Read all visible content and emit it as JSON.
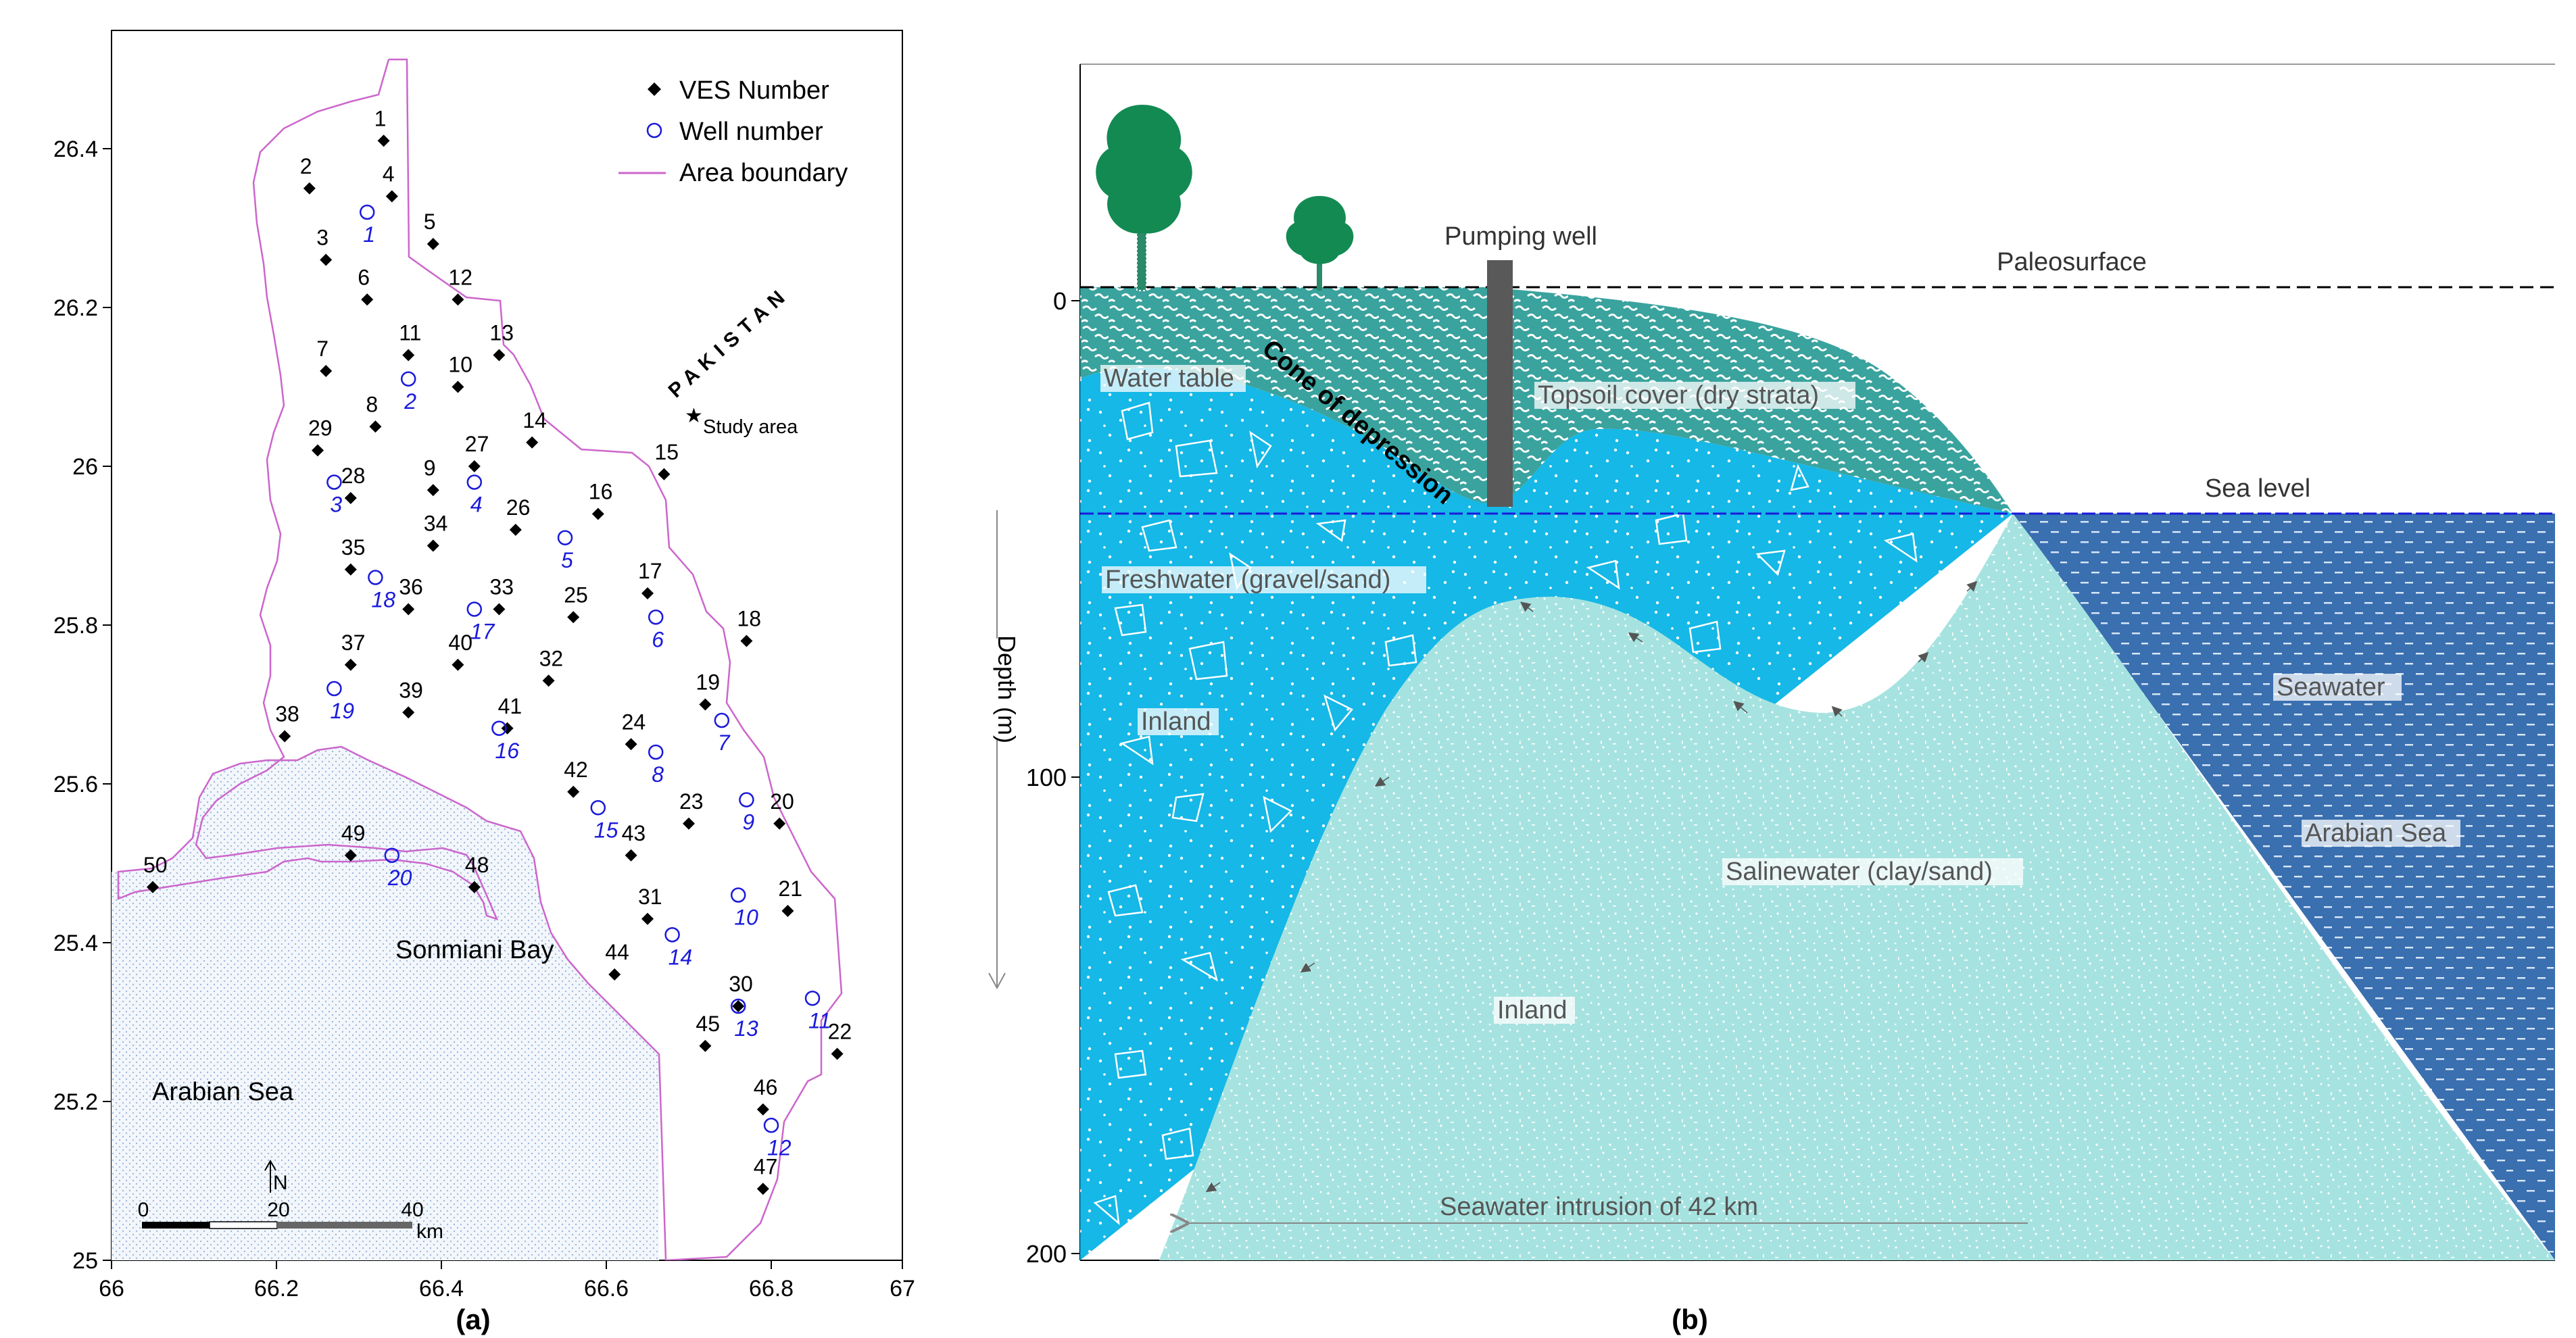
{
  "panel_a": {
    "caption": "(a)",
    "x_ticks": [
      "66",
      "66.2",
      "66.4",
      "66.6",
      "66.8",
      "67"
    ],
    "y_ticks": [
      "25",
      "25.2",
      "25.4",
      "25.6",
      "25.8",
      "26",
      "26.2",
      "26.4"
    ],
    "legend": {
      "ves": "VES Number",
      "well": "Well number",
      "boundary": "Area boundary"
    },
    "country": "PAKISTAN",
    "study_area": "Study area",
    "bay": "Sonmiani Bay",
    "sea": "Arabian Sea",
    "north": "N",
    "scale": {
      "t0": "0",
      "t20": "20",
      "t40": "40",
      "unit": "km"
    },
    "colors": {
      "boundary": "#cc66cc",
      "well": "#1a1adc",
      "ves": "#000000",
      "sea_dot": "#9fb8d8"
    },
    "ves_points": [
      {
        "n": "1",
        "lon": 66.33,
        "lat": 26.41
      },
      {
        "n": "2",
        "lon": 66.24,
        "lat": 26.35
      },
      {
        "n": "3",
        "lon": 66.26,
        "lat": 26.26
      },
      {
        "n": "4",
        "lon": 66.34,
        "lat": 26.34
      },
      {
        "n": "5",
        "lon": 66.39,
        "lat": 26.28
      },
      {
        "n": "6",
        "lon": 66.31,
        "lat": 26.21
      },
      {
        "n": "7",
        "lon": 66.26,
        "lat": 26.12
      },
      {
        "n": "8",
        "lon": 66.32,
        "lat": 26.05
      },
      {
        "n": "9",
        "lon": 66.39,
        "lat": 25.97
      },
      {
        "n": "10",
        "lon": 66.42,
        "lat": 26.1
      },
      {
        "n": "11",
        "lon": 66.36,
        "lat": 26.14
      },
      {
        "n": "12",
        "lon": 66.42,
        "lat": 26.21
      },
      {
        "n": "13",
        "lon": 66.47,
        "lat": 26.14
      },
      {
        "n": "14",
        "lon": 66.51,
        "lat": 26.03
      },
      {
        "n": "15",
        "lon": 66.67,
        "lat": 25.99
      },
      {
        "n": "16",
        "lon": 66.59,
        "lat": 25.94
      },
      {
        "n": "17",
        "lon": 66.65,
        "lat": 25.84
      },
      {
        "n": "18",
        "lon": 66.77,
        "lat": 25.78
      },
      {
        "n": "19",
        "lon": 66.72,
        "lat": 25.7
      },
      {
        "n": "20",
        "lon": 66.81,
        "lat": 25.55
      },
      {
        "n": "21",
        "lon": 66.82,
        "lat": 25.44
      },
      {
        "n": "22",
        "lon": 66.88,
        "lat": 25.26
      },
      {
        "n": "23",
        "lon": 66.7,
        "lat": 25.55
      },
      {
        "n": "24",
        "lon": 66.63,
        "lat": 25.65
      },
      {
        "n": "25",
        "lon": 66.56,
        "lat": 25.81
      },
      {
        "n": "26",
        "lon": 66.49,
        "lat": 25.92
      },
      {
        "n": "27",
        "lon": 66.44,
        "lat": 26.0
      },
      {
        "n": "28",
        "lon": 66.29,
        "lat": 25.96
      },
      {
        "n": "29",
        "lon": 66.25,
        "lat": 26.02
      },
      {
        "n": "30",
        "lon": 66.76,
        "lat": 25.32
      },
      {
        "n": "31",
        "lon": 66.65,
        "lat": 25.43
      },
      {
        "n": "32",
        "lon": 66.53,
        "lat": 25.73
      },
      {
        "n": "33",
        "lon": 66.47,
        "lat": 25.82
      },
      {
        "n": "34",
        "lon": 66.39,
        "lat": 25.9
      },
      {
        "n": "35",
        "lon": 66.29,
        "lat": 25.87
      },
      {
        "n": "36",
        "lon": 66.36,
        "lat": 25.82
      },
      {
        "n": "37",
        "lon": 66.29,
        "lat": 25.75
      },
      {
        "n": "38",
        "lon": 66.21,
        "lat": 25.66
      },
      {
        "n": "39",
        "lon": 66.36,
        "lat": 25.69
      },
      {
        "n": "40",
        "lon": 66.42,
        "lat": 25.75
      },
      {
        "n": "41",
        "lon": 66.48,
        "lat": 25.67
      },
      {
        "n": "42",
        "lon": 66.56,
        "lat": 25.59
      },
      {
        "n": "43",
        "lon": 66.63,
        "lat": 25.51
      },
      {
        "n": "44",
        "lon": 66.61,
        "lat": 25.36
      },
      {
        "n": "45",
        "lon": 66.72,
        "lat": 25.27
      },
      {
        "n": "46",
        "lon": 66.79,
        "lat": 25.19
      },
      {
        "n": "47",
        "lon": 66.79,
        "lat": 25.09
      },
      {
        "n": "48",
        "lon": 66.44,
        "lat": 25.47
      },
      {
        "n": "49",
        "lon": 66.29,
        "lat": 25.51
      },
      {
        "n": "50",
        "lon": 66.05,
        "lat": 25.47
      }
    ],
    "wells": [
      {
        "n": "1",
        "lon": 66.31,
        "lat": 26.32
      },
      {
        "n": "2",
        "lon": 66.36,
        "lat": 26.11
      },
      {
        "n": "3",
        "lon": 66.27,
        "lat": 25.98
      },
      {
        "n": "4",
        "lon": 66.44,
        "lat": 25.98
      },
      {
        "n": "5",
        "lon": 66.55,
        "lat": 25.91
      },
      {
        "n": "6",
        "lon": 66.66,
        "lat": 25.81
      },
      {
        "n": "7",
        "lon": 66.74,
        "lat": 25.68
      },
      {
        "n": "8",
        "lon": 66.66,
        "lat": 25.64
      },
      {
        "n": "9",
        "lon": 66.77,
        "lat": 25.58
      },
      {
        "n": "10",
        "lon": 66.76,
        "lat": 25.46
      },
      {
        "n": "11",
        "lon": 66.85,
        "lat": 25.33
      },
      {
        "n": "12",
        "lon": 66.8,
        "lat": 25.17
      },
      {
        "n": "13",
        "lon": 66.76,
        "lat": 25.32
      },
      {
        "n": "14",
        "lon": 66.68,
        "lat": 25.41
      },
      {
        "n": "15",
        "lon": 66.59,
        "lat": 25.57
      },
      {
        "n": "16",
        "lon": 66.47,
        "lat": 25.67
      },
      {
        "n": "17",
        "lon": 66.44,
        "lat": 25.82
      },
      {
        "n": "18",
        "lon": 66.32,
        "lat": 25.86
      },
      {
        "n": "19",
        "lon": 66.27,
        "lat": 25.72
      },
      {
        "n": "20",
        "lon": 66.34,
        "lat": 25.51
      }
    ]
  },
  "panel_b": {
    "caption": "(b)",
    "depth_label": "Depth (m)",
    "depth_ticks": [
      "0",
      "100",
      "200"
    ],
    "labels": {
      "pumping_well": "Pumping well",
      "paleosurface": "Paleosurface",
      "water_table": "Water table",
      "cone": "Cone of depression",
      "topsoil": "Topsoil cover  (dry strata)",
      "sea_level": "Sea level",
      "freshwater": "Freshwater  (gravel/sand)",
      "inland_1": "Inland",
      "inland_2": "Inland",
      "salinewater": "Salinewater  (clay/sand)",
      "seawater": "Seawater",
      "arabian_sea": "Arabian Sea",
      "intrusion": "Seawater intrusion of 42 km"
    },
    "colors": {
      "fresh": "#15b8e6",
      "saline": "#a6e3e0",
      "sea": "#3a6fb0",
      "topsoil": "#3aa39e",
      "tree": "#138a52",
      "well": "#595959",
      "sea_level_line": "#1a1adc"
    }
  }
}
